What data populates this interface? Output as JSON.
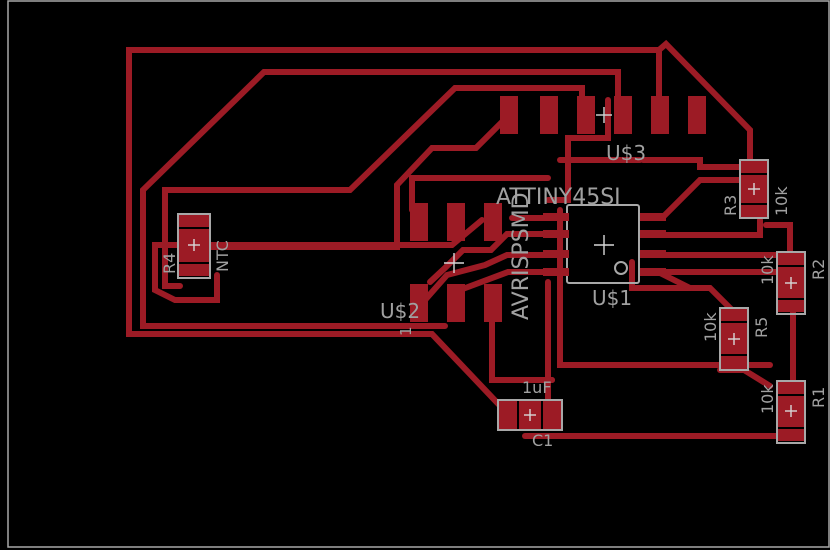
{
  "board": {
    "background": "#000000",
    "copper_color": "#9c1b25",
    "silkscreen_color": "#a8a8a8"
  },
  "labels": {
    "u3": "U$3",
    "attiny": "ATTINY45SI",
    "avrisp": "AVRISPSMD",
    "u2": "U$2",
    "u2_pin1": "1",
    "u1": "U$1",
    "r3": "R3",
    "r3_value": "10k",
    "r2": "R2",
    "r2_value": "10k",
    "r5": "R5",
    "r5_value": "10k",
    "r1": "R1",
    "r1_value": "10k",
    "r4": "R4",
    "r4_value": "NTC",
    "c1": "C1",
    "c1_value": "1uF"
  }
}
